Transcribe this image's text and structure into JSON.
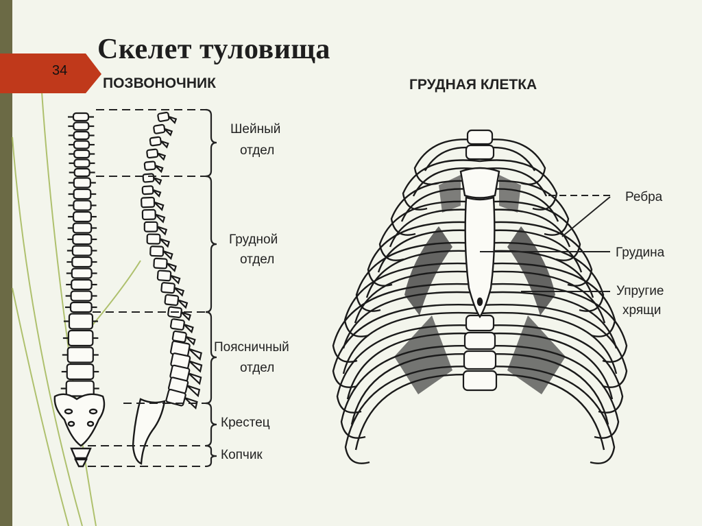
{
  "slide": {
    "page_number": "34",
    "title": "Скелет туловища",
    "accent_color": "#c0391b",
    "side_bar_color": "#6b6a45"
  },
  "spine": {
    "heading": "ПОЗВОНОЧНИК",
    "sections": [
      {
        "line1": "Шейный",
        "line2": "отдел"
      },
      {
        "line1": "Грудной",
        "line2": "отдел"
      },
      {
        "line1": "Поясничный",
        "line2": "отдел"
      },
      {
        "line1": "Крестец",
        "line2": ""
      },
      {
        "line1": "Копчик",
        "line2": ""
      }
    ]
  },
  "ribcage": {
    "heading": "ГРУДНАЯ КЛЕТКА",
    "labels": {
      "ribs": "Ребра",
      "sternum": "Грудина",
      "cartilage_1": "Упругие",
      "cartilage_2": "хрящи"
    }
  }
}
